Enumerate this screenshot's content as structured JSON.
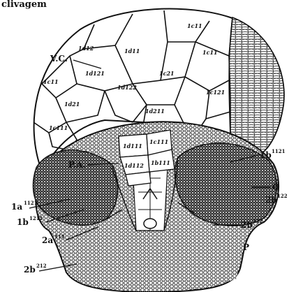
{
  "caption": "clivagem",
  "colors": {
    "ink": "#111111",
    "paper": "#ffffff"
  },
  "labels": {
    "vc": "V.C.",
    "pa": "P.A.",
    "o": "O",
    "p": "P",
    "b1121": {
      "base": "1b",
      "sup": "1121"
    },
    "b122": {
      "base": "2b",
      "sup": "122"
    },
    "b112": {
      "base": "2b",
      "sup": "112"
    },
    "a1121": {
      "base": "1a",
      "sup": "1121"
    },
    "b1211": {
      "base": "1b",
      "sup": "1211"
    },
    "a111": {
      "base": "2a",
      "sup": "111"
    },
    "b212": {
      "base": "2b",
      "sup": "212"
    }
  },
  "cell_labels": [
    "1c11",
    "1d12",
    "1d11",
    "1c11",
    "1d121",
    "1c11",
    "1d21",
    "1d122",
    "1c21",
    "1c121",
    "1d211",
    "1c111",
    "1d111",
    "1c111",
    "1d112",
    "1b111"
  ]
}
